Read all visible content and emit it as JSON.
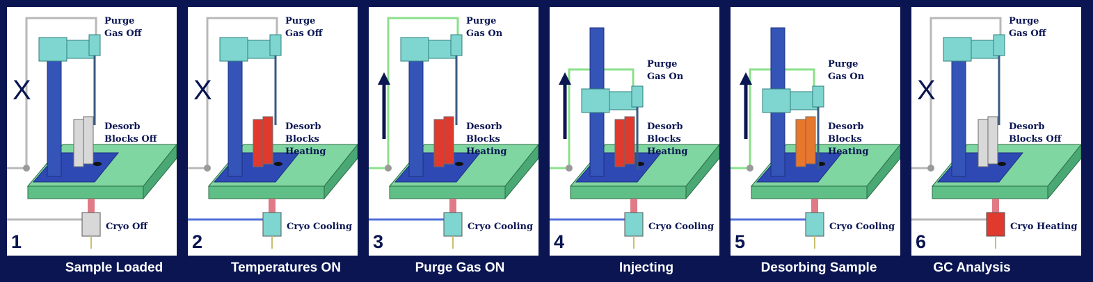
{
  "panels": [
    {
      "number": "1",
      "caption": "Sample Loaded",
      "purge_label": "Purge\nGas Off",
      "blocks_label": "Desorb\nBlocks Off",
      "cryo_label": "Cryo Off",
      "gas_flow": "X",
      "state": "loaded"
    },
    {
      "number": "2",
      "caption": "Temperatures ON",
      "purge_label": "Purge\nGas Off",
      "blocks_label": "Desorb Blocks\nHeating",
      "cryo_label": "Cryo Cooling",
      "gas_flow": "X",
      "state": "heating"
    },
    {
      "number": "3",
      "caption": "Purge Gas ON",
      "purge_label": "Purge\nGas On",
      "blocks_label": "Desorb Blocks\nHeating",
      "cryo_label": "Cryo Cooling",
      "gas_flow": "arrow",
      "state": "purge"
    },
    {
      "number": "4",
      "caption": "Injecting",
      "purge_label": "Purge\nGas On",
      "blocks_label": "Desorb Blocks\nHeating",
      "cryo_label": "Cryo Cooling",
      "gas_flow": "arrow",
      "state": "inject"
    },
    {
      "number": "5",
      "caption": "Desorbing Sample",
      "purge_label": "Purge\nGas On",
      "blocks_label": "Desorb Blocks\nHeating",
      "cryo_label": "Cryo Cooling",
      "gas_flow": "arrow",
      "state": "desorb"
    },
    {
      "number": "6",
      "caption": "GC Analysis",
      "purge_label": "Purge\nGas Off",
      "blocks_label": "Desorb\nBlocks Off",
      "cryo_label": "Cryo Heating",
      "gas_flow": "X",
      "state": "analysis"
    }
  ],
  "colors": {
    "background": "#0a1552",
    "platform": "#7fd6a0",
    "base": "#2f49b4",
    "column": "#3554b8",
    "head": "#7fd6d0",
    "blocks_off": "#d8d8d8",
    "blocks_heating": "#e03a2e",
    "blocks_desorbing": "#e8772e",
    "cryo_off": "#d8d8d8",
    "cryo_cooling": "#7fd6d0",
    "cryo_heating": "#e03a2e",
    "gas_line_on": "#8be08b",
    "gas_line_off": "#b8b8b8",
    "cryo_line_cooling": "#4f6fd8"
  }
}
